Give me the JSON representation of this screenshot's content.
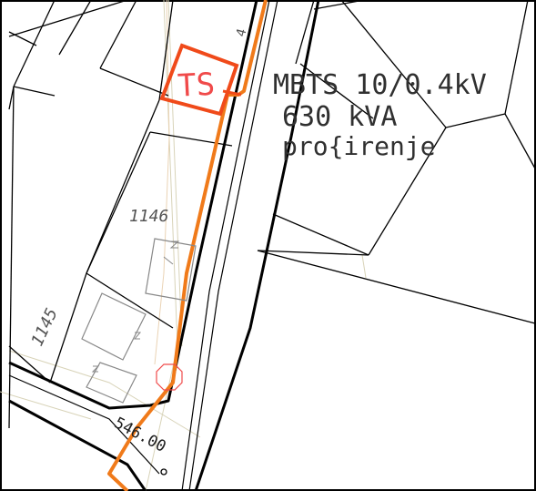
{
  "map": {
    "title": "",
    "colors": {
      "background": "#ffffff",
      "parcel_lines": "#000000",
      "road_edges": "#000000",
      "cable_route": "#f07a1a",
      "substation": "#f04a1a",
      "annotation_red": "#f04a4a",
      "annotation_black": "#303030",
      "faint_lines": "#cfcab0",
      "orange_faint": "#e9c9a0"
    },
    "labels": {
      "substation_tag": "TS",
      "annotation_line1": "MBTS 10/0.4kV",
      "annotation_line2": "630 kVA",
      "annotation_line3": "pro{irenje",
      "parcel_1146": "1146",
      "parcel_1145": "1145",
      "road_label": "546.00",
      "label_top_digit": "4"
    },
    "icons": {
      "substation_symbol": "substation-box-icon",
      "building_marker": "z-marker-icon",
      "pole_marker": "octagon-pole-icon",
      "survey_point": "survey-point-icon"
    }
  }
}
